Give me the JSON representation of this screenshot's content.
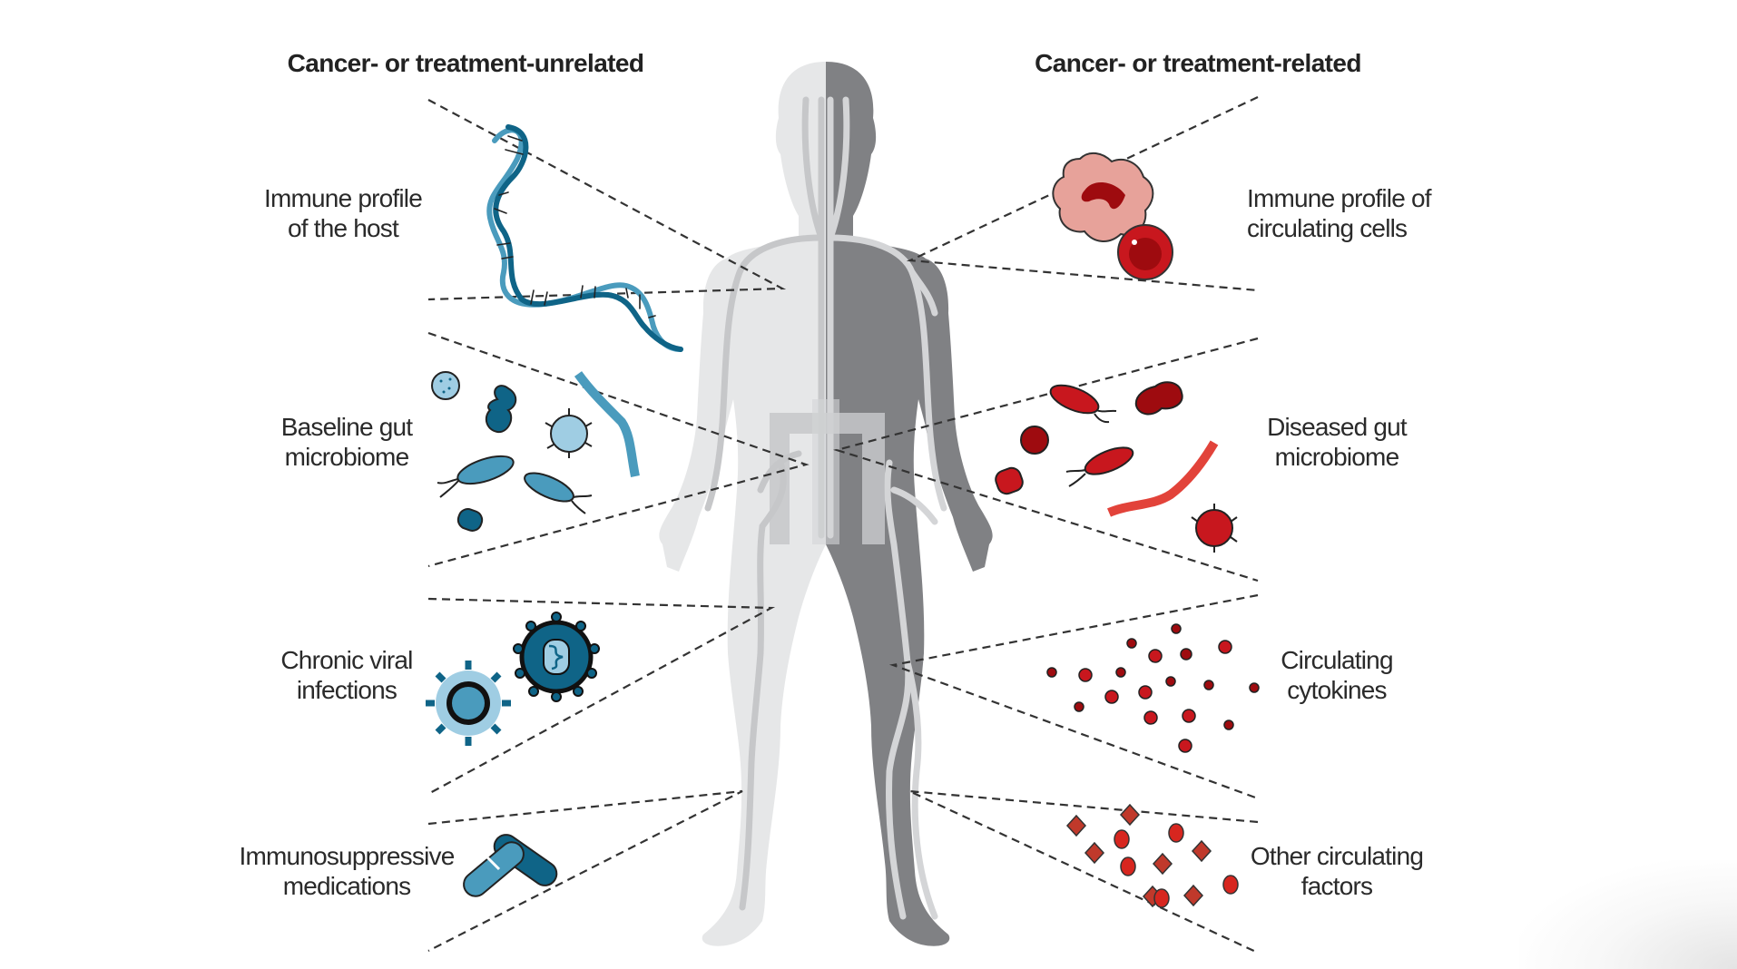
{
  "figure": {
    "left_header": "Cancer- or treatment-unrelated",
    "right_header": "Cancer- or treatment-related",
    "left_factors": [
      {
        "line1": "Immune profile",
        "line2": "of the host",
        "icon": "dna-double-helix-icon"
      },
      {
        "line1": "Baseline gut",
        "line2": "microbiome",
        "icon": "blue-bacteria-icon"
      },
      {
        "line1": "Chronic viral",
        "line2": "infections",
        "icon": "virus-icon"
      },
      {
        "line1": "Immunosuppressive",
        "line2": "medications",
        "icon": "pill-capsules-icon"
      }
    ],
    "right_factors": [
      {
        "line1": "Immune profile of",
        "line2": "circulating cells",
        "icon": "immune-cells-icon"
      },
      {
        "line1": "Diseased gut",
        "line2": "microbiome",
        "icon": "red-bacteria-icon"
      },
      {
        "line1": "Circulating",
        "line2": "cytokines",
        "icon": "cytokine-dots-icon"
      },
      {
        "line1": "Other circulating",
        "line2": "factors",
        "icon": "circulating-factors-icon"
      }
    ],
    "colors": {
      "left_body": "#e6e7e8",
      "right_body": "#808184",
      "vessels_left": "#c6c7c9",
      "vessels_right": "#d4d5d7",
      "blue_dark": "#0f6487",
      "blue_mid": "#4a9bbd",
      "blue_light": "#9fcde3",
      "red_dark": "#9e0b0f",
      "red_mid": "#c8171e",
      "red_light": "#e7a29a"
    }
  }
}
